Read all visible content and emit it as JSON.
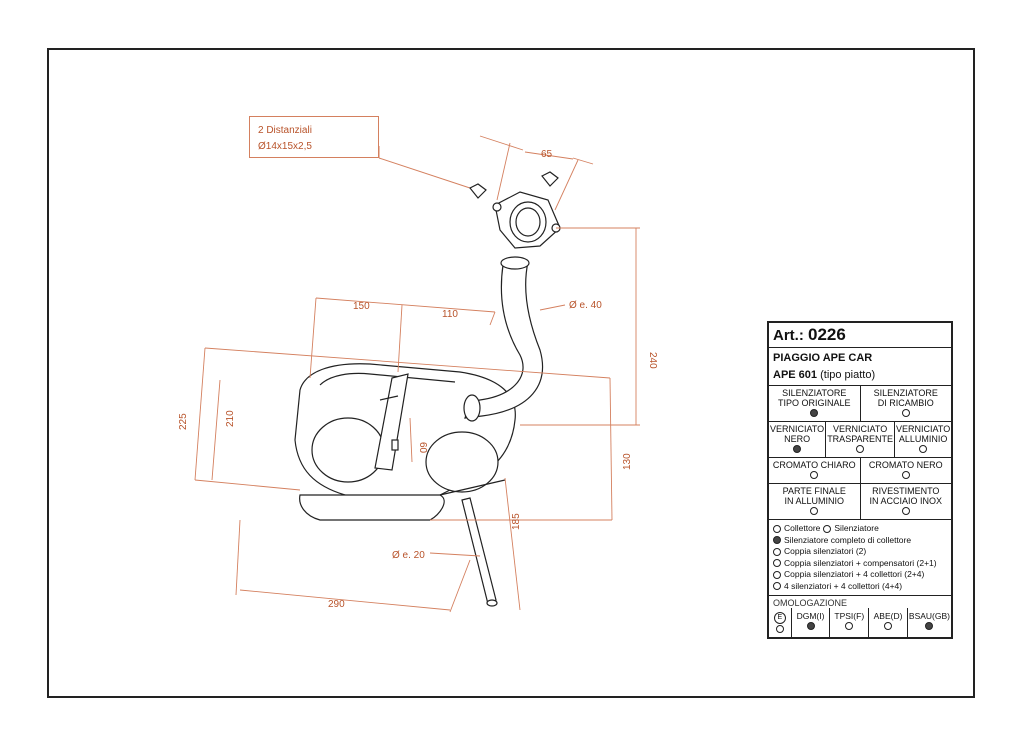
{
  "callout": {
    "line1": "2 Distanziali",
    "line2": "Ø14x15x2,5"
  },
  "dimensions": {
    "d65": "65",
    "d150": "150",
    "d110": "110",
    "d40": "Ø e. 40",
    "d240": "240",
    "d225": "225",
    "d210": "210",
    "d60": "60",
    "d130": "130",
    "d185": "185",
    "d20": "Ø e. 20",
    "d290": "290"
  },
  "spec": {
    "art_label": "Art.:",
    "art_number": "0226",
    "model_line1": "PIAGGIO APE CAR",
    "model_line2": "APE 601",
    "model_line2_sub": "(tipo piatto)",
    "silencer": [
      {
        "label1": "SILENZIATORE",
        "label2": "TIPO ORIGINALE",
        "selected": true
      },
      {
        "label1": "SILENZIATORE",
        "label2": "DI RICAMBIO",
        "selected": false
      }
    ],
    "paint": [
      {
        "label1": "VERNICIATO",
        "label2": "NERO",
        "selected": true
      },
      {
        "label1": "VERNICIATO",
        "label2": "TRASPARENTE",
        "selected": false
      },
      {
        "label1": "VERNICIATO",
        "label2": "ALLUMINIO",
        "selected": false
      }
    ],
    "chrome": [
      {
        "label1": "CROMATO CHIARO",
        "selected": false
      },
      {
        "label1": "CROMATO NERO",
        "selected": false
      }
    ],
    "finish": [
      {
        "label1": "PARTE FINALE",
        "label2": "IN ALLUMINIO",
        "selected": false
      },
      {
        "label1": "RIVESTIMENTO",
        "label2": "IN ACCIAIO INOX",
        "selected": false
      }
    ],
    "options": {
      "collettore": "Collettore",
      "silenziatore": "Silenziatore",
      "o1": "Silenziatore completo di collettore",
      "o2": "Coppia silenziatori (2)",
      "o3": "Coppia silenziatori + compensatori (2+1)",
      "o4": "Coppia silenziatori + 4 collettori (2+4)",
      "o5": "4 silenziatori + 4 collettori (4+4)"
    },
    "homologation_title": "OMOLOGAZIONE",
    "homologation": [
      {
        "label": "E",
        "selected": false
      },
      {
        "label": "DGM(I)",
        "selected": true
      },
      {
        "label": "TPSI(F)",
        "selected": false
      },
      {
        "label": "ABE(D)",
        "selected": false
      },
      {
        "label": "BSAU(GB)",
        "selected": true
      }
    ]
  }
}
